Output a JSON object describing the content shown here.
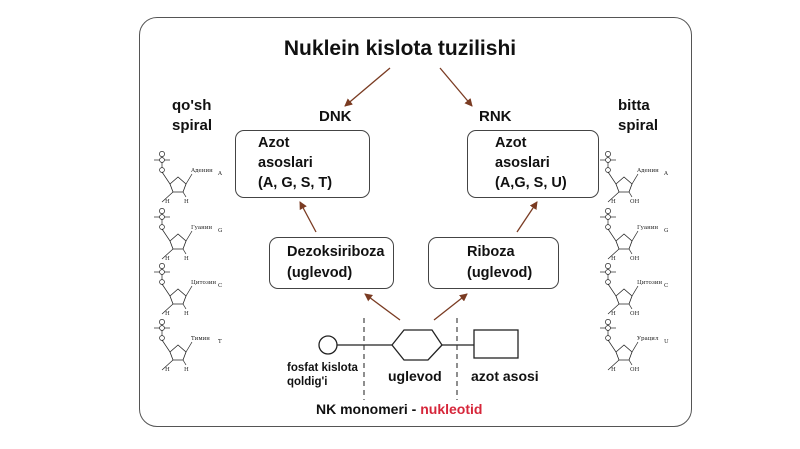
{
  "title": "Nuklein kislota tuzilishi",
  "dnk": {
    "label": "DNK",
    "box_line1": "Azot",
    "box_line2": "asoslari",
    "box_line3": "(A, G, S, T)",
    "sugar_line1": "Dezoksiriboza",
    "sugar_line2": "(uglevod)"
  },
  "rnk": {
    "label": "RNK",
    "box_line1": "Azot",
    "box_line2": "asoslari",
    "box_line3": "(A,G, S, U)",
    "sugar_line1": "Riboza",
    "sugar_line2": "(uglevod)"
  },
  "left_side": {
    "line1": "qo'sh",
    "line2": "spiral",
    "bases": [
      "Аденин",
      "Гуанин",
      "Цитозин",
      "Тимин"
    ],
    "letters": [
      "A",
      "G",
      "C",
      "T"
    ]
  },
  "right_side": {
    "line1": "bitta",
    "line2": "spiral",
    "bases": [
      "Аденин",
      "Гуанин",
      "Цитозин",
      "Урацил"
    ],
    "letters": [
      "A",
      "G",
      "C",
      "U"
    ]
  },
  "monomer": {
    "phosphate_line1": "fosfat kislota",
    "phosphate_line2": "qoldig'i",
    "sugar": "uglevod",
    "base": "azot asosi",
    "caption_prefix": "NK monomeri - ",
    "caption_highlight": "nukleotid"
  },
  "colors": {
    "arrow": "#7a3b22",
    "highlight": "#d6263a",
    "border": "#444444"
  }
}
